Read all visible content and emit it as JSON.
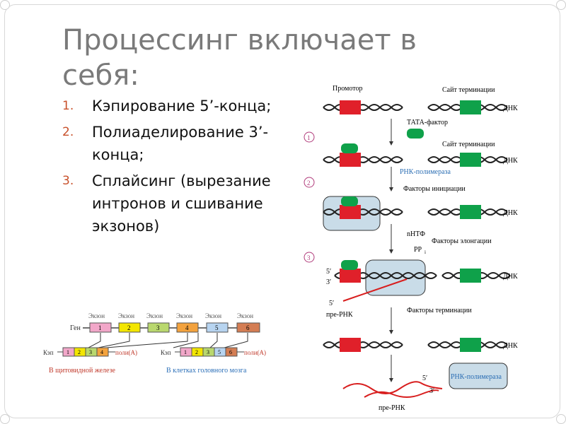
{
  "slide": {
    "title": "Процессинг включает в себя:",
    "items": [
      {
        "num": "1.",
        "text": "Кэпирование 5’-конца;"
      },
      {
        "num": "2.",
        "text": "Полиаделирование 3’-конца;"
      },
      {
        "num": "3.",
        "text": "Сплайсинг (вырезание интронов и сшивание экзонов)"
      }
    ]
  },
  "splicing": {
    "exon_label": "Экзон",
    "gene_label": "Ген",
    "exons": [
      "1",
      "2",
      "3",
      "4",
      "5",
      "6"
    ],
    "cap_label": "Кэп",
    "polya_label": "поли(А)",
    "left_caption": "В щитовидной железе",
    "right_caption": "В клетках головного мозга",
    "colors": {
      "ex1": "#f2a7c9",
      "ex2": "#f3e600",
      "ex3": "#b9d86e",
      "ex4": "#f3a23d",
      "ex5": "#b7d4f0",
      "ex6": "#d47d53",
      "caption": "#c0392b",
      "caption2": "#2b6fb8"
    }
  },
  "transcription": {
    "promoter": "Промотор",
    "terminator_site": "Сайт терминации",
    "dna": "ДНК",
    "tata": "ТАТА-фактор",
    "rnap": "РНК-полимераза",
    "initiation": "Факторы инициации",
    "ntp": "nНТФ",
    "pp": "PP",
    "pp_sub": "i",
    "elongation": "Факторы элонгации",
    "five": "5′",
    "three": "3′",
    "pre_rna": "пре-РНК",
    "termination": "Факторы терминации",
    "steps": [
      "1",
      "2",
      "3"
    ],
    "colors": {
      "promoter": "#e0202a",
      "terminator": "#0fa14a",
      "bubble": "#c9dce8",
      "rna": "#d81e1e",
      "rnap_text": "#2a6db3",
      "step": "#b03a7a"
    }
  }
}
